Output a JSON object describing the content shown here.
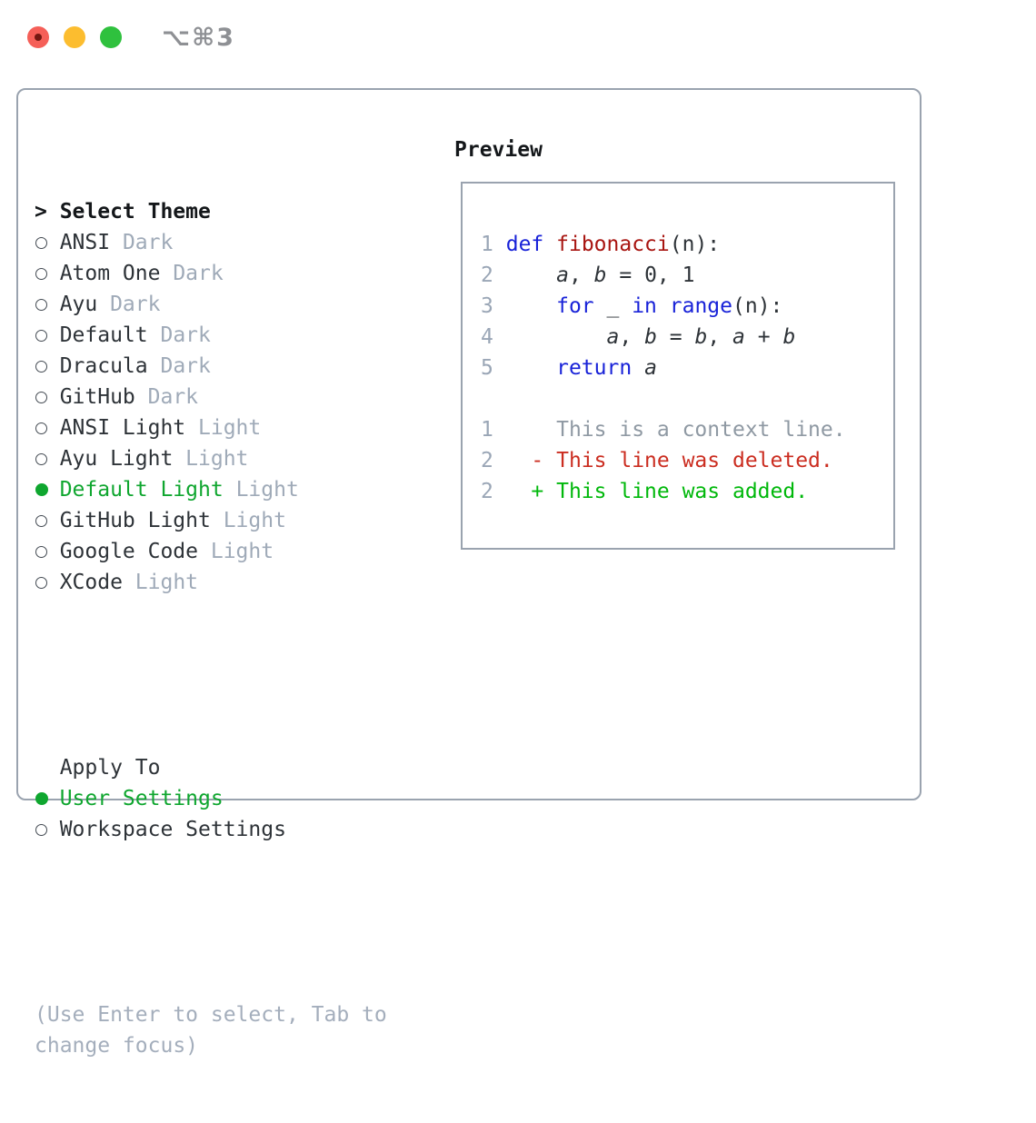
{
  "titlebar": {
    "shortcut_label": "⌥⌘3",
    "traffic_lights": [
      {
        "name": "close-button",
        "color_key": "traffic_red"
      },
      {
        "name": "minimize-button",
        "color_key": "traffic_yellow"
      },
      {
        "name": "zoom-button",
        "color_key": "traffic_green"
      }
    ]
  },
  "colors": {
    "accent_green": "#0fa62f",
    "keyword_blue": "#1822d8",
    "function_red": "#a81511",
    "diff_added": "#00b80b",
    "diff_deleted": "#cb2d20",
    "context_gray": "#8f99a3",
    "muted_gray": "#9faab8",
    "panel_border": "#9aa3af",
    "text_dark": "#2e3338",
    "traffic_red": "#f55f58",
    "traffic_red_dot": "#731812",
    "traffic_yellow": "#fcbd2f",
    "traffic_green": "#2fc13e"
  },
  "theme_panel": {
    "header_marker": ">",
    "header_label": "Select Theme",
    "items": [
      {
        "name": "ANSI",
        "variant": "Dark",
        "selected": false
      },
      {
        "name": "Atom One",
        "variant": "Dark",
        "selected": false
      },
      {
        "name": "Ayu",
        "variant": "Dark",
        "selected": false
      },
      {
        "name": "Default",
        "variant": "Dark",
        "selected": false
      },
      {
        "name": "Dracula",
        "variant": "Dark",
        "selected": false
      },
      {
        "name": "GitHub",
        "variant": "Dark",
        "selected": false
      },
      {
        "name": "ANSI Light",
        "variant": "Light",
        "selected": false
      },
      {
        "name": "Ayu Light",
        "variant": "Light",
        "selected": false
      },
      {
        "name": "Default Light",
        "variant": "Light",
        "selected": true
      },
      {
        "name": "GitHub Light",
        "variant": "Light",
        "selected": false
      },
      {
        "name": "Google Code",
        "variant": "Light",
        "selected": false
      },
      {
        "name": "XCode",
        "variant": "Light",
        "selected": false
      }
    ]
  },
  "apply_to": {
    "header_label": "Apply To",
    "items": [
      {
        "name": "User Settings",
        "selected": true
      },
      {
        "name": "Workspace Settings",
        "selected": false
      }
    ]
  },
  "help": {
    "lines": [
      "(Use Enter to select, Tab to",
      "change focus)"
    ]
  },
  "preview": {
    "header_label": "Preview",
    "lines": [
      {
        "num": "1",
        "segments": [
          {
            "text": "def",
            "style": "keyword"
          },
          {
            "text": " ",
            "style": "plain"
          },
          {
            "text": "fibonacci",
            "style": "function"
          },
          {
            "text": "(n):",
            "style": "plain"
          }
        ]
      },
      {
        "num": "2",
        "segments": [
          {
            "text": "    ",
            "style": "plain"
          },
          {
            "text": "a",
            "style": "variable"
          },
          {
            "text": ", ",
            "style": "plain"
          },
          {
            "text": "b",
            "style": "variable"
          },
          {
            "text": " = 0, 1",
            "style": "plain"
          }
        ]
      },
      {
        "num": "3",
        "segments": [
          {
            "text": "    ",
            "style": "plain"
          },
          {
            "text": "for",
            "style": "keyword"
          },
          {
            "text": " _ ",
            "style": "plain"
          },
          {
            "text": "in",
            "style": "keyword"
          },
          {
            "text": " ",
            "style": "plain"
          },
          {
            "text": "range",
            "style": "keyword"
          },
          {
            "text": "(n):",
            "style": "plain"
          }
        ]
      },
      {
        "num": "4",
        "segments": [
          {
            "text": "        ",
            "style": "plain"
          },
          {
            "text": "a",
            "style": "variable"
          },
          {
            "text": ", ",
            "style": "plain"
          },
          {
            "text": "b",
            "style": "variable"
          },
          {
            "text": " = ",
            "style": "plain"
          },
          {
            "text": "b",
            "style": "variable"
          },
          {
            "text": ", ",
            "style": "plain"
          },
          {
            "text": "a",
            "style": "variable"
          },
          {
            "text": " + ",
            "style": "plain"
          },
          {
            "text": "b",
            "style": "variable"
          }
        ]
      },
      {
        "num": "5",
        "segments": [
          {
            "text": "    ",
            "style": "plain"
          },
          {
            "text": "return",
            "style": "keyword"
          },
          {
            "text": " ",
            "style": "plain"
          },
          {
            "text": "a",
            "style": "variable"
          }
        ]
      },
      {
        "num": "",
        "segments": []
      },
      {
        "num": "1",
        "segments": [
          {
            "text": "    This is a context line.",
            "style": "context"
          }
        ]
      },
      {
        "num": "2",
        "segments": [
          {
            "text": "  - This line was deleted.",
            "style": "deleted"
          }
        ]
      },
      {
        "num": "2",
        "segments": [
          {
            "text": "  + This line was added.",
            "style": "added"
          }
        ]
      }
    ]
  }
}
